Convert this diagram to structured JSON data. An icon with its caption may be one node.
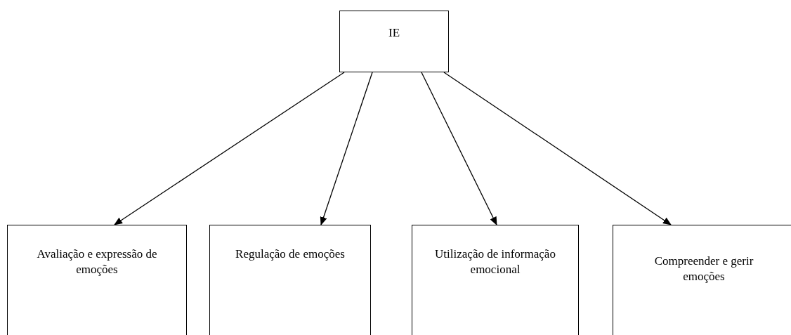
{
  "diagram": {
    "nodes": [
      {
        "text": [
          "IE"
        ]
      },
      {
        "text": [
          "Avaliação e expressão de emoções"
        ]
      },
      {
        "text": [
          "Regulação de emoções"
        ]
      },
      {
        "text": [
          "Utilização de informação emocional"
        ]
      },
      {
        "text": [
          "Compreender e gerir emoções"
        ]
      }
    ],
    "edges": [
      {
        "from": 0,
        "to": 1,
        "arrow": "to"
      },
      {
        "from": 0,
        "to": 2,
        "arrow": "to"
      },
      {
        "from": 0,
        "to": 3,
        "arrow": "to"
      },
      {
        "from": 0,
        "to": 4,
        "arrow": "to"
      }
    ]
  }
}
